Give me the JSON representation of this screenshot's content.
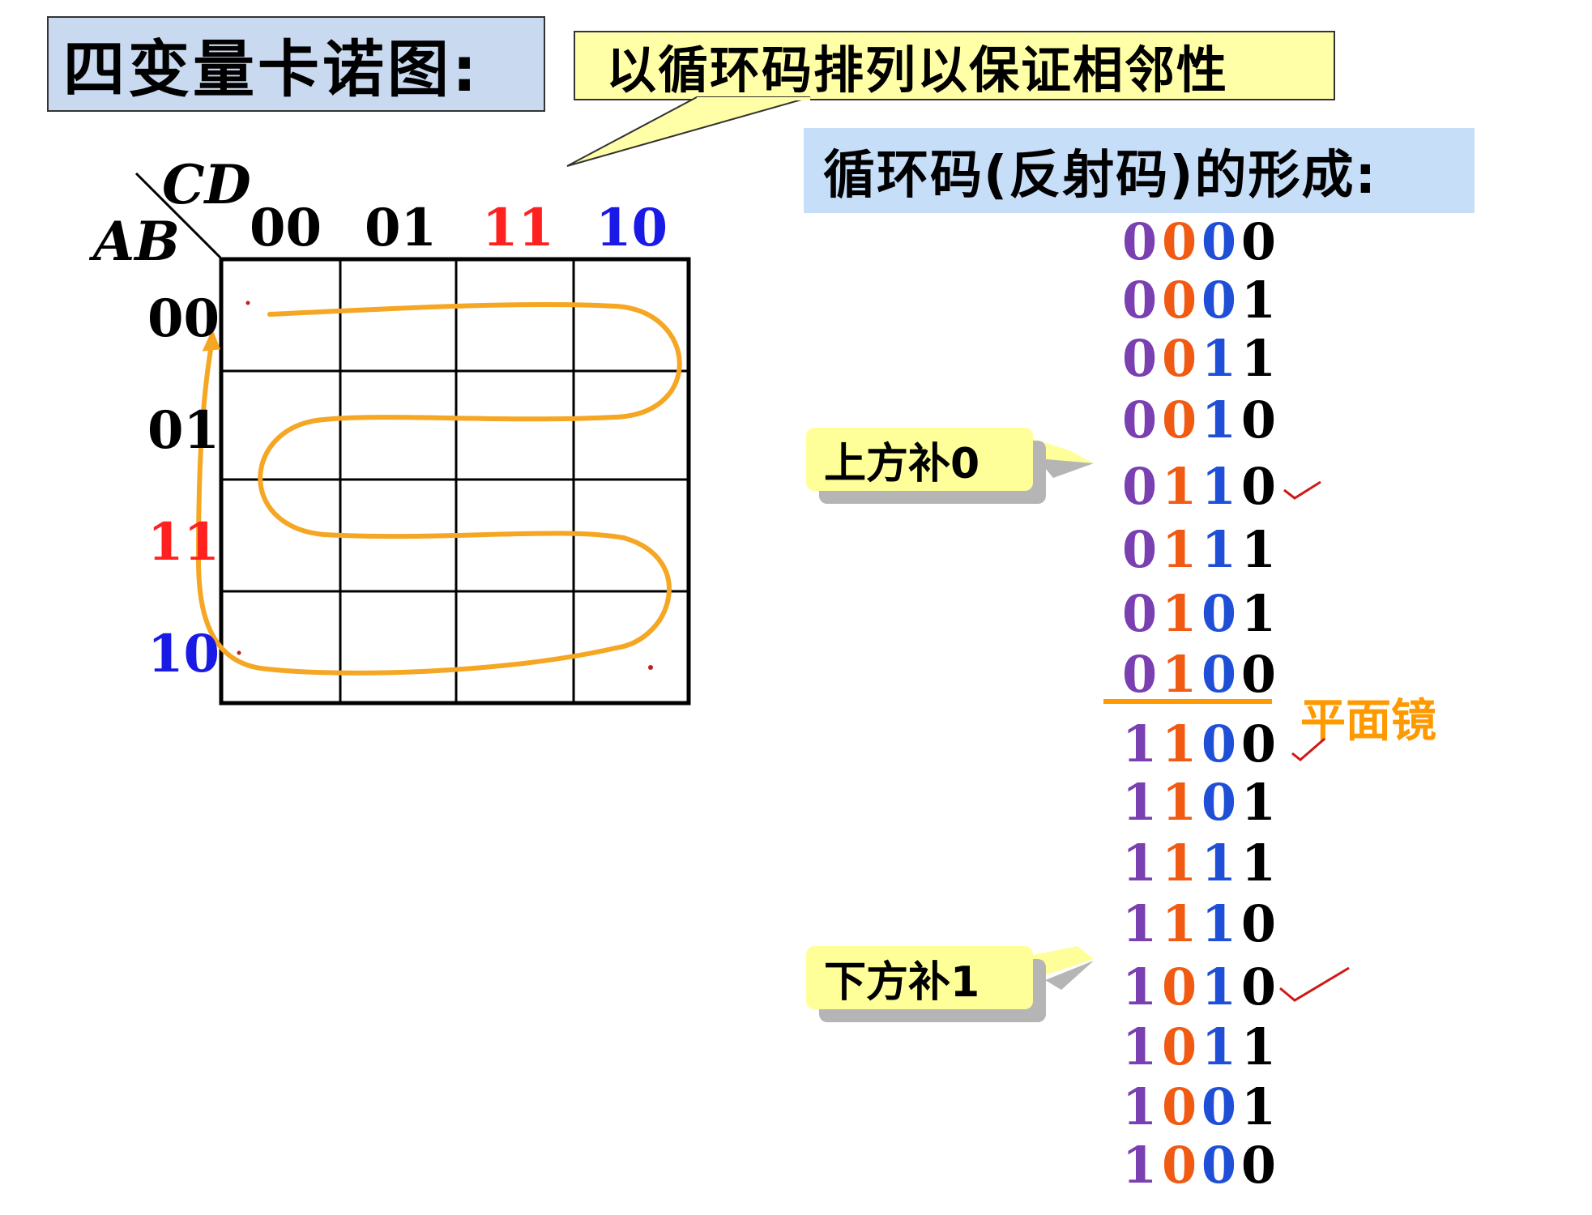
{
  "title": "四变量卡诺图:",
  "note": "以循环码排列以保证相邻性",
  "subtitle": "循环码(反射码)的形成:",
  "kmap": {
    "col_var": "CD",
    "row_var": "AB",
    "col_labels": [
      "00",
      "01",
      "11",
      "10"
    ],
    "row_labels": [
      "00",
      "01",
      "11",
      "10"
    ]
  },
  "callout_top": "上方补0",
  "callout_bottom": "下方补1",
  "mirror_label": "平面镜",
  "codes": [
    "0000",
    "0001",
    "0011",
    "0010",
    "0110",
    "0111",
    "0101",
    "0100",
    "1100",
    "1101",
    "1111",
    "1110",
    "1010",
    "1011",
    "1001",
    "1000"
  ],
  "colors": {
    "red": "#ff2020",
    "blue": "#1a1ae6",
    "black": "#000000",
    "purple": "#7a3fb0",
    "orange_red": "#f05a12",
    "code_blue": "#1f4fd6",
    "path_orange": "#f5a623"
  }
}
